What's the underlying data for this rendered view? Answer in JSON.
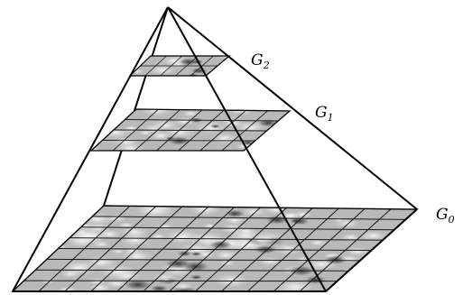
{
  "levels": [
    {
      "id": "G0",
      "letter": "G",
      "subscript": "0"
    },
    {
      "id": "G1",
      "letter": "G",
      "subscript": "1"
    },
    {
      "id": "G2",
      "letter": "G",
      "subscript": "2"
    }
  ],
  "colors": {
    "edge": "#000000",
    "grid": "#1a1a1a",
    "layer_fill": "#b9b9b9",
    "texture_dark": "#3c3c3c",
    "texture_light": "#ececec"
  }
}
